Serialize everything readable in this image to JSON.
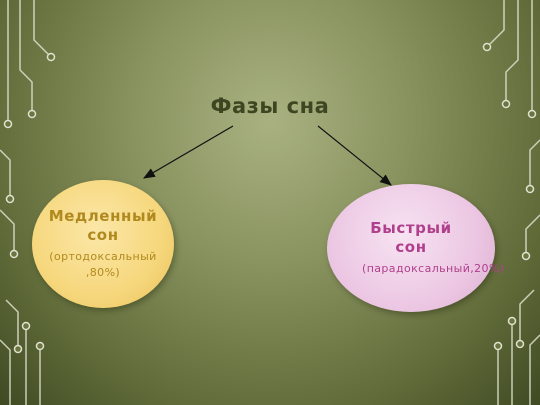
{
  "title": "Фазы сна",
  "nodes": [
    {
      "name": "Медленный сон",
      "note": "(ортодоксальный ,80%)",
      "color": "#f6d77c"
    },
    {
      "name": "Быстрый сон",
      "note": "(парадоксальный,20%)",
      "color": "#ecc7e3"
    }
  ],
  "edges": [
    {
      "from": "Фазы сна",
      "to": "Медленный сон"
    },
    {
      "from": "Фазы сна",
      "to": "Быстрый сон"
    }
  ],
  "colors": {
    "background": "#8a9460",
    "title": "#3e4621",
    "arrow": "#111111",
    "circuit": "#dfe3cf"
  }
}
